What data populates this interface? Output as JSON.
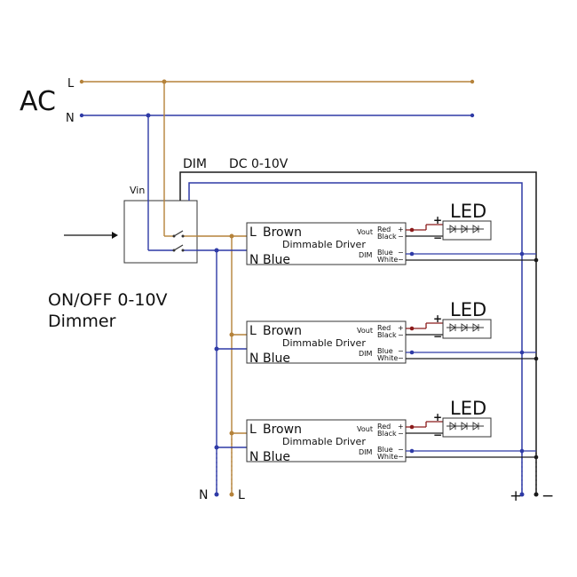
{
  "colors": {
    "live": "#b5823a",
    "neutral": "#2e3aa6",
    "dim": "#1a1a1a",
    "dim_blue": "#2e3aa6",
    "box_border": "#333333"
  },
  "labels": {
    "ac": "AC",
    "l": "L",
    "n": "N",
    "dim": "DIM",
    "dc": "DC 0-10V",
    "vin": "Vin",
    "dimmer_line1": "ON/OFF 0-10V",
    "dimmer_line2": "Dimmer",
    "bottom_n": "N",
    "bottom_l": "L",
    "plus": "+",
    "minus": "−"
  },
  "drivers": [
    {
      "l_label": "L",
      "brown": "Brown",
      "title": "Dimmable Driver",
      "n_label": "N",
      "blue": "Blue",
      "vout": "Vout",
      "red": "Red",
      "black": "Black",
      "dim": "DIM",
      "dim_blue": "Blue",
      "white": "White",
      "led": "LED",
      "plus": "+",
      "minus": "−"
    },
    {
      "l_label": "L",
      "brown": "Brown",
      "title": "Dimmable Driver",
      "n_label": "N",
      "blue": "Blue",
      "vout": "Vout",
      "red": "Red",
      "black": "Black",
      "dim": "DIM",
      "dim_blue": "Blue",
      "white": "White",
      "led": "LED",
      "plus": "+",
      "minus": "−"
    },
    {
      "l_label": "L",
      "brown": "Brown",
      "title": "Dimmable Driver",
      "n_label": "N",
      "blue": "Blue",
      "vout": "Vout",
      "red": "Red",
      "black": "Black",
      "dim": "DIM",
      "dim_blue": "Blue",
      "white": "White",
      "led": "LED",
      "plus": "+",
      "minus": "−"
    }
  ]
}
